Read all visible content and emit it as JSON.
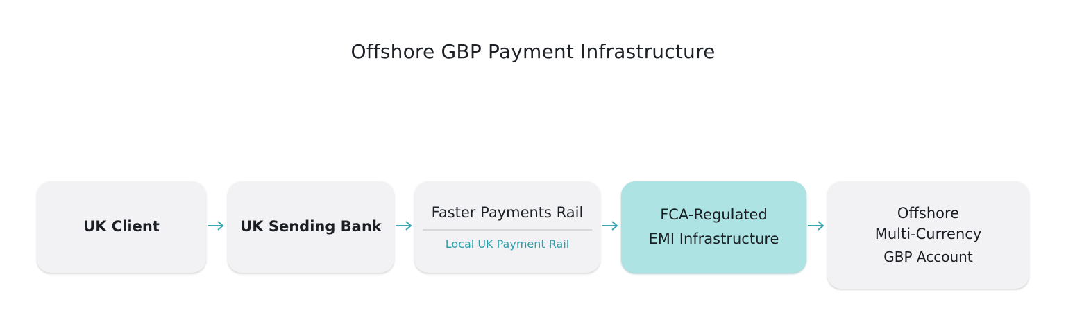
{
  "title": "Offshore GBP Payment Infrastructure",
  "colors": {
    "node_bg": "#f2f2f4",
    "highlight_bg": "#ade3e3",
    "arrow": "#3aa6b2",
    "subtitle_text": "#2c9fab"
  },
  "nodes": [
    {
      "label": "UK Client"
    },
    {
      "label": "UK Sending Bank"
    },
    {
      "label": "Faster Payments Rail",
      "sub": "Local UK Payment Rail"
    },
    {
      "line1": "FCA-Regulated",
      "line2": "EMI Infrastructure",
      "highlight": true
    },
    {
      "line1": "Offshore",
      "line2": "Multi-Currency",
      "line3": "GBP Account"
    }
  ],
  "arrows": [
    {
      "icon": "arrow-right-icon"
    },
    {
      "icon": "arrow-right-icon"
    },
    {
      "icon": "arrow-right-icon"
    },
    {
      "icon": "arrow-right-icon"
    }
  ]
}
